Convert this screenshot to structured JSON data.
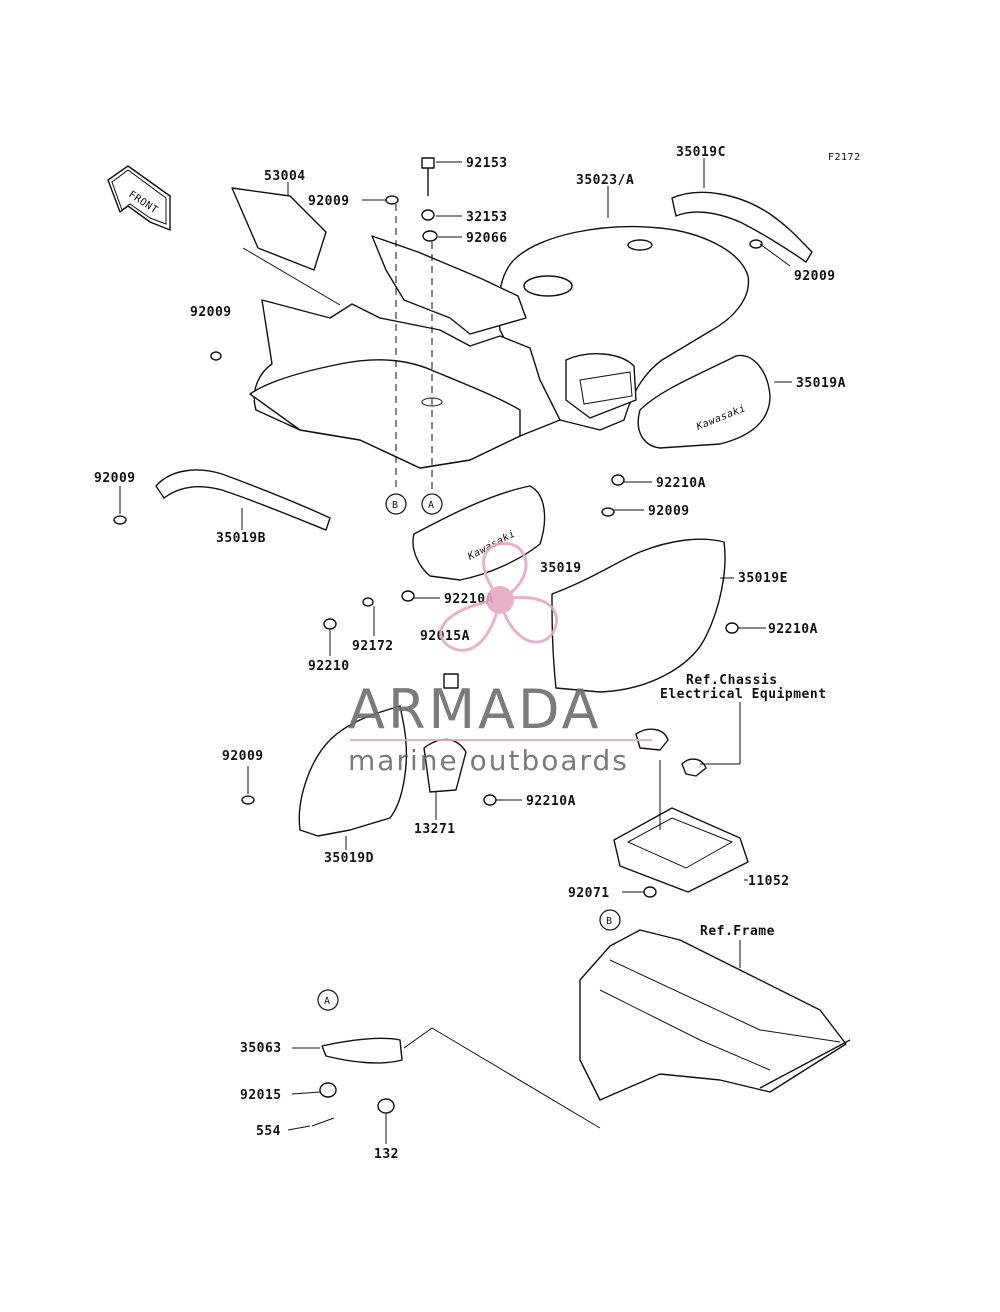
{
  "figure_code": "F2172",
  "front_arrow_label": "FRONT",
  "brand_decal": "Kawasaki",
  "watermark": {
    "brand": "ARMADA",
    "tagline": "marine outboards",
    "accent_color": "#e7a9c4",
    "text_color": "#6d6d6d"
  },
  "part_labels": {
    "p53004": "53004",
    "p92009_top": "92009",
    "p92153": "92153",
    "p32153": "32153",
    "p92066": "92066",
    "p35023A": "35023/A",
    "p35019C": "35019C",
    "p92009_right": "92009",
    "p92009_left": "92009",
    "p35019A": "35019A",
    "p92210A_1": "92210A",
    "p92009_mid": "92009",
    "p92009_b": "92009",
    "p35019B": "35019B",
    "p35019": "35019",
    "p92210A_2": "92210A",
    "p35019E": "35019E",
    "p92210A_3": "92210A",
    "p92172": "92172",
    "p92210": "92210",
    "p92015A": "92015A",
    "p92009_d": "92009",
    "p92210A_4": "92210A",
    "p13271": "13271",
    "p35019D": "35019D",
    "p11052": "11052",
    "p92071": "92071",
    "p35063": "35063",
    "p92015": "92015",
    "p554": "554",
    "p132": "132"
  },
  "callouts": {
    "a_top": "A",
    "b_top": "B",
    "a_bottom": "A",
    "b_bottom": "B"
  },
  "references": {
    "chassis_line1": "Ref.Chassis",
    "chassis_line2": "Electrical Equipment",
    "frame": "Ref.Frame"
  }
}
